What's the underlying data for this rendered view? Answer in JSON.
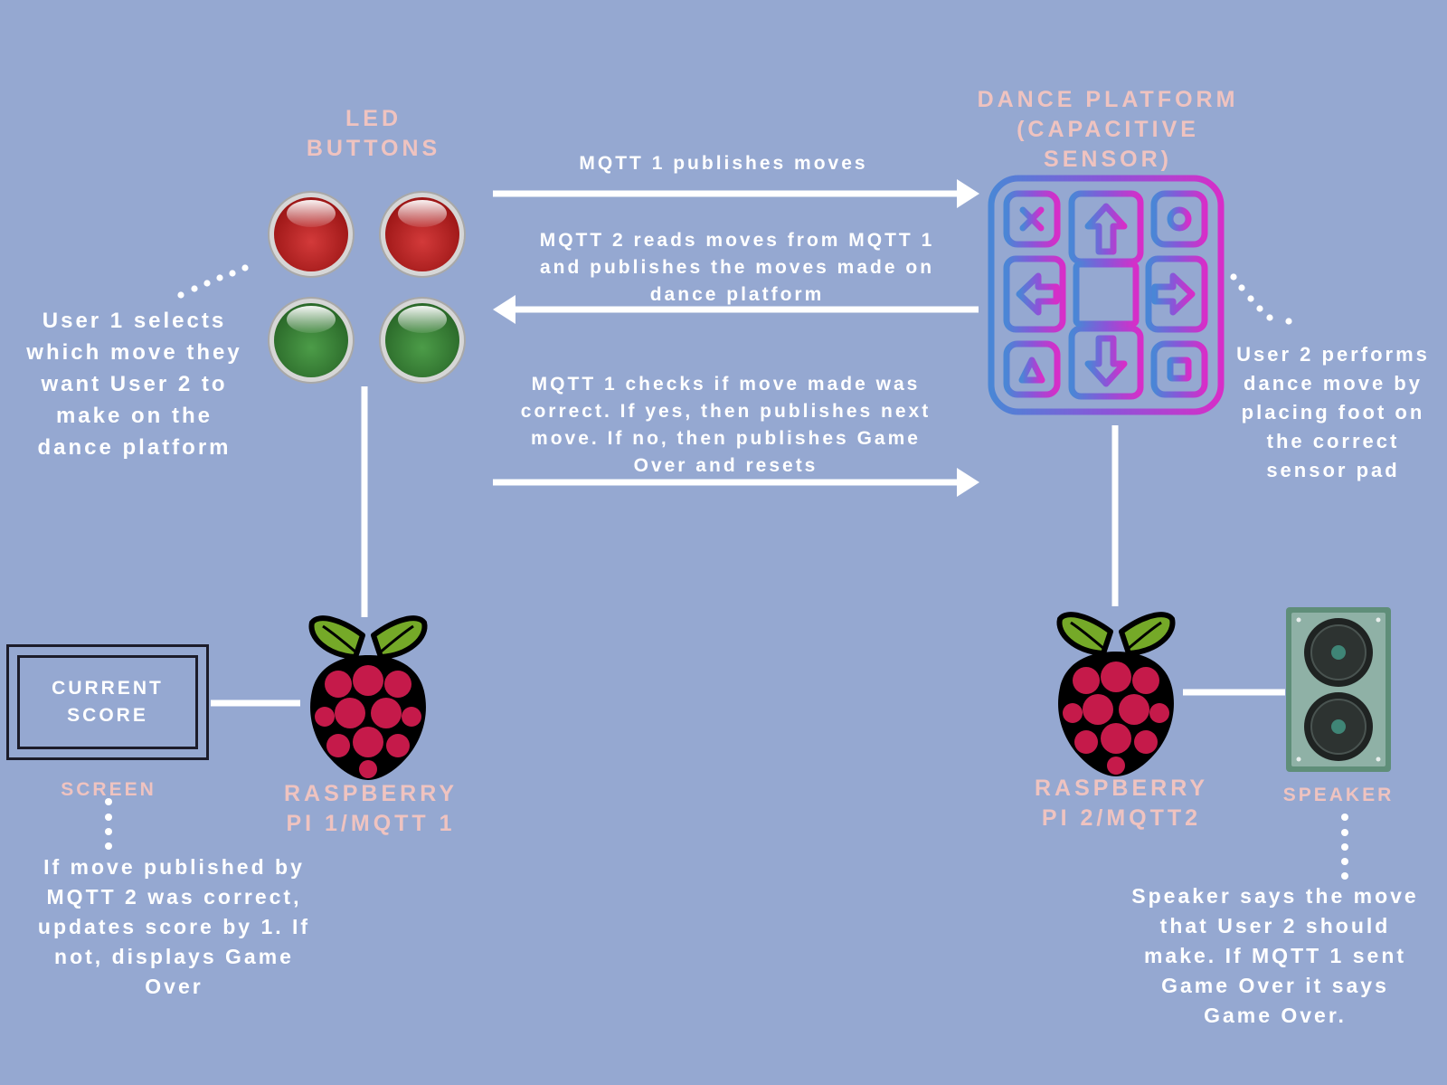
{
  "labels": {
    "led_buttons": "LED\nBUTTONS",
    "dance_platform": "DANCE PLATFORM\n(CAPACITIVE\nSENSOR)",
    "pi1": "RASPBERRY\nPI 1/MQTT 1",
    "pi2": "RASPBERRY\nPI 2/MQTT2",
    "screen": "SCREEN",
    "speaker": "SPEAKER",
    "screen_content": "CURRENT\nSCORE"
  },
  "messages": {
    "mqtt1_publishes": "MQTT 1 publishes moves",
    "mqtt2_reads": "MQTT 2 reads moves from MQTT 1\nand publishes the moves made on\ndance platform",
    "mqtt1_checks": "MQTT 1 checks if move made was\ncorrect. If yes, then publishes next\nmove. If no, then publishes Game\nOver and resets"
  },
  "descriptions": {
    "user1": "User 1 selects\nwhich move they\nwant User 2 to\nmake on the\ndance platform",
    "user2": "User 2 performs\ndance move by\nplacing foot on\nthe correct\nsensor pad",
    "screen": "If move published by\nMQTT 2 was correct,\nupdates score by 1. If\nnot, displays Game\nOver",
    "speaker": "Speaker says the move\nthat User 2 should\nmake. If MQTT 1 sent\nGame Over it says\nGame Over."
  },
  "colors": {
    "background": "#95a8d1",
    "label_pink": "#efc3c0",
    "text_white": "#ffffff",
    "led_red": "#c42a2a",
    "led_green": "#3f8c3c",
    "pi_red": "#c51a4a",
    "pi_green": "#75a928",
    "pad_gradient_start": "#4a86d6",
    "pad_gradient_end": "#d62ec8",
    "speaker_body": "#8fb1a6"
  },
  "icons": {
    "led_buttons": "led-button-icon",
    "pi": "raspberry-pi-icon",
    "dance_pad": "dance-pad-icon",
    "speaker": "speaker-icon"
  }
}
